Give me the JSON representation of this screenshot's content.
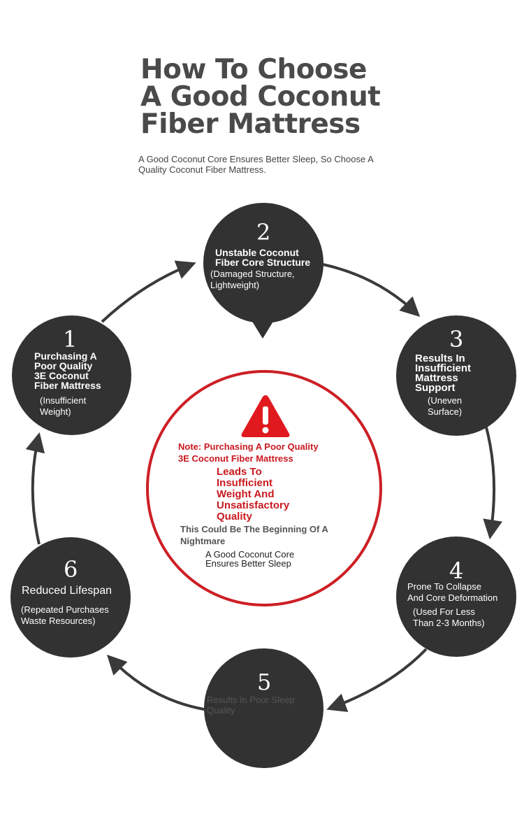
{
  "header": {
    "title": "How To Choose\nA Good Coconut\nFiber Mattress",
    "subtitle": "A Good Coconut Core Ensures Better Sleep, So Choose A Quality Coconut Fiber Mattress."
  },
  "colors": {
    "node": "#323232",
    "arrow": "#3a3a3a",
    "accent_red": "#cc1f25",
    "title": "#4a4a4a"
  },
  "steps": [
    {
      "number": "1",
      "heading": "Purchasing A\nPoor Quality\n3E Coconut\nFiber Mattress",
      "detail": "(Insufficient\nWeight)"
    },
    {
      "number": "2",
      "heading": "Unstable Coconut\nFiber Core Structure",
      "detail": "(Damaged Structure,\nLightweight)"
    },
    {
      "number": "3",
      "heading": "Results In\nInsufficient\nMattress\nSupport",
      "detail": "(Uneven\nSurface)"
    },
    {
      "number": "4",
      "heading": "Prone To Collapse\nAnd Core Deformation",
      "detail": "(Used For Less\nThan 2-3 Months)"
    },
    {
      "number": "5",
      "heading": "Results In Poor Sleep\nQuality",
      "detail": ""
    },
    {
      "number": "6",
      "heading": "Reduced Lifespan",
      "detail": "(Repeated Purchases\nWaste Resources)"
    }
  ],
  "center": {
    "icon": "warning-triangle-icon",
    "note": "Note: Purchasing A Poor Quality\n3E Coconut Fiber Mattress",
    "leads": "Leads To\nInsufficient\nWeight And\nUnsatisfactory\nQuality",
    "beginning": "This Could Be The Beginning Of A Nightmare",
    "good_core": "A Good Coconut Core\nEnsures Better Sleep"
  }
}
